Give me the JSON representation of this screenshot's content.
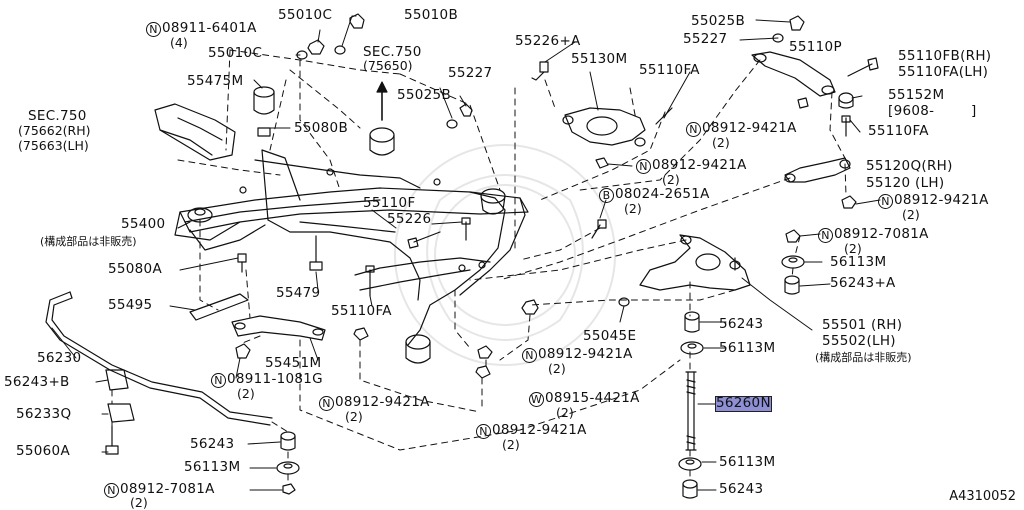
{
  "figure_ref": "A4310052",
  "callouts": [
    {
      "id": "c1",
      "text": "08911-6401A",
      "prefix": "N",
      "sub": "(4)"
    },
    {
      "id": "c2",
      "text": "55010C"
    },
    {
      "id": "c3",
      "text": "55010B"
    },
    {
      "id": "c4",
      "text": "55010C"
    },
    {
      "id": "c5",
      "text": "SEC.750",
      "sub": "(75650)"
    },
    {
      "id": "c6",
      "text": "55475M"
    },
    {
      "id": "c7",
      "text": "55080B"
    },
    {
      "id": "c8",
      "text": "SEC.750",
      "sub": "(75662(RH)",
      "sub2": "(75663(LH)"
    },
    {
      "id": "c9",
      "text": "55227"
    },
    {
      "id": "c10",
      "text": "55025B"
    },
    {
      "id": "c11",
      "text": "55226+A"
    },
    {
      "id": "c12",
      "text": "55130M"
    },
    {
      "id": "c13",
      "text": "55110FA"
    },
    {
      "id": "c14",
      "text": "55025B"
    },
    {
      "id": "c15",
      "text": "55227"
    },
    {
      "id": "c16",
      "text": "55110P"
    },
    {
      "id": "c17",
      "text": "55110FB(RH)"
    },
    {
      "id": "c18",
      "text": "55110FA(LH)"
    },
    {
      "id": "c19",
      "text": "55152M"
    },
    {
      "id": "c20",
      "text": "[9608-        ]"
    },
    {
      "id": "c21",
      "text": "08912-9421A",
      "prefix": "N",
      "sub": "(2)"
    },
    {
      "id": "c22",
      "text": "55110FA"
    },
    {
      "id": "c23",
      "text": "08912-9421A",
      "prefix": "N",
      "sub": "(2)"
    },
    {
      "id": "c24",
      "text": "55120Q(RH)"
    },
    {
      "id": "c25",
      "text": "55120 (LH)"
    },
    {
      "id": "c26",
      "text": "08024-2651A",
      "prefix": "B",
      "sub": "(2)"
    },
    {
      "id": "c27",
      "text": "08912-9421A",
      "prefix": "N",
      "sub": "(2)"
    },
    {
      "id": "c28",
      "text": "55110F"
    },
    {
      "id": "c29",
      "text": "55226"
    },
    {
      "id": "c30",
      "text": "55400",
      "sub": "(構成部品は非販売)"
    },
    {
      "id": "c31",
      "text": "55080A"
    },
    {
      "id": "c32",
      "text": "55479"
    },
    {
      "id": "c33",
      "text": "08912-7081A",
      "prefix": "N",
      "sub": "(2)"
    },
    {
      "id": "c34",
      "text": "56113M"
    },
    {
      "id": "c35",
      "text": "56243+A"
    },
    {
      "id": "c36",
      "text": "55495"
    },
    {
      "id": "c37",
      "text": "55110FA"
    },
    {
      "id": "c38",
      "text": "55045E"
    },
    {
      "id": "c39",
      "text": "56243"
    },
    {
      "id": "c40",
      "text": "55501 (RH)"
    },
    {
      "id": "c41",
      "text": "55502(LH)",
      "sub": "(構成部品は非販売)"
    },
    {
      "id": "c42",
      "text": "56230"
    },
    {
      "id": "c43",
      "text": "55451M"
    },
    {
      "id": "c44",
      "text": "56113M"
    },
    {
      "id": "c45",
      "text": "08912-9421A",
      "prefix": "N",
      "sub": "(2)"
    },
    {
      "id": "c46",
      "text": "56243+B"
    },
    {
      "id": "c47",
      "text": "08911-1081G",
      "prefix": "N",
      "sub": "(2)"
    },
    {
      "id": "c48",
      "text": "08912-9421A",
      "prefix": "N",
      "sub": "(2)"
    },
    {
      "id": "c49",
      "text": "08915-4421A",
      "prefix": "W",
      "sub": "(2)"
    },
    {
      "id": "c50",
      "text": "56233Q"
    },
    {
      "id": "c51",
      "text": "56260N",
      "highlight": true
    },
    {
      "id": "c52",
      "text": "08912-9421A",
      "prefix": "N",
      "sub": "(2)"
    },
    {
      "id": "c53",
      "text": "55060A"
    },
    {
      "id": "c54",
      "text": "56243"
    },
    {
      "id": "c55",
      "text": "56113M"
    },
    {
      "id": "c56",
      "text": "56113M"
    },
    {
      "id": "c57",
      "text": "08912-7081A",
      "prefix": "N",
      "sub": "(2)"
    },
    {
      "id": "c58",
      "text": "56243"
    }
  ]
}
